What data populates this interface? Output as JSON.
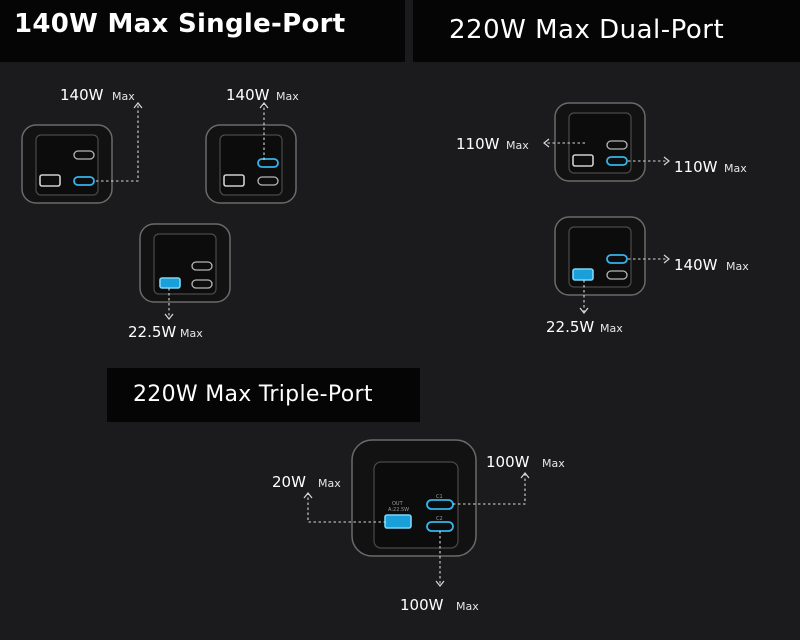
{
  "banners": {
    "single": "140W Max Single-Port",
    "dual": "220W Max Dual-Port",
    "triple": "220W Max Triple-Port"
  },
  "unit": "Max",
  "labels": {
    "single_c2": "140W",
    "single_c1": "140W",
    "single_a": "22.5W",
    "dual_a_left": "110W",
    "dual_c_right": "110W",
    "dual_c_top": "140W",
    "dual_a_bottom": "22.5W",
    "triple_a": "20W",
    "triple_c1": "100W",
    "triple_c2": "100W"
  },
  "port_text": {
    "a_out": "OUT",
    "a_rating": "A:22.5W",
    "c1": "C1",
    "c2": "C2"
  },
  "colors": {
    "active_port": "#1aa0d8",
    "arrow": "#d8d8d8",
    "background": "#1b1b1d"
  }
}
